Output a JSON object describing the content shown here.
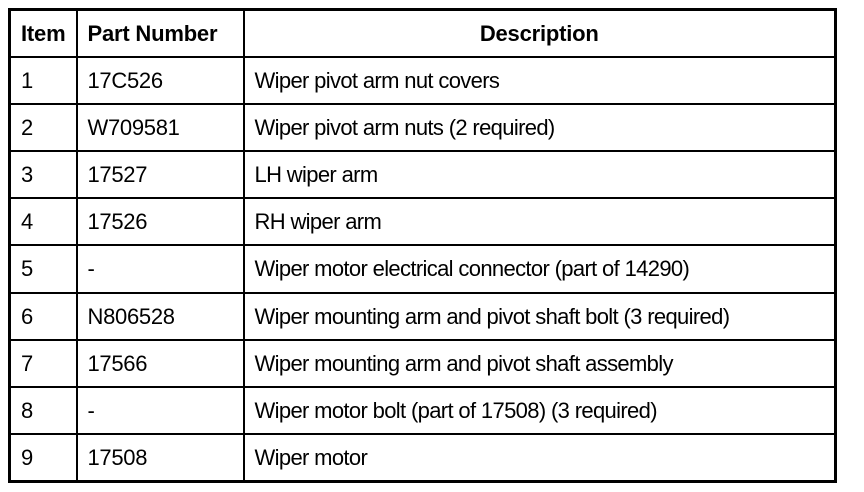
{
  "table": {
    "columns": [
      {
        "key": "item",
        "label": "Item",
        "align": "left"
      },
      {
        "key": "part_number",
        "label": "Part Number",
        "align": "left"
      },
      {
        "key": "description",
        "label": "Description",
        "align": "center"
      }
    ],
    "rows": [
      {
        "item": "1",
        "part_number": "17C526",
        "description": "Wiper pivot arm nut covers"
      },
      {
        "item": "2",
        "part_number": "W709581",
        "description": "Wiper pivot arm nuts (2 required)"
      },
      {
        "item": "3",
        "part_number": "17527",
        "description": "LH wiper arm"
      },
      {
        "item": "4",
        "part_number": "17526",
        "description": "RH wiper arm"
      },
      {
        "item": "5",
        "part_number": "-",
        "description": "Wiper motor electrical connector (part of 14290)"
      },
      {
        "item": "6",
        "part_number": "N806528",
        "description": "Wiper mounting arm and pivot shaft bolt (3 required)"
      },
      {
        "item": "7",
        "part_number": "17566",
        "description": "Wiper mounting arm and pivot shaft assembly"
      },
      {
        "item": "8",
        "part_number": "-",
        "description": "Wiper motor bolt (part of 17508) (3 required)"
      },
      {
        "item": "9",
        "part_number": "17508",
        "description": "Wiper motor"
      }
    ]
  },
  "colors": {
    "background": "#ffffff",
    "text": "#000000",
    "border": "#000000"
  }
}
